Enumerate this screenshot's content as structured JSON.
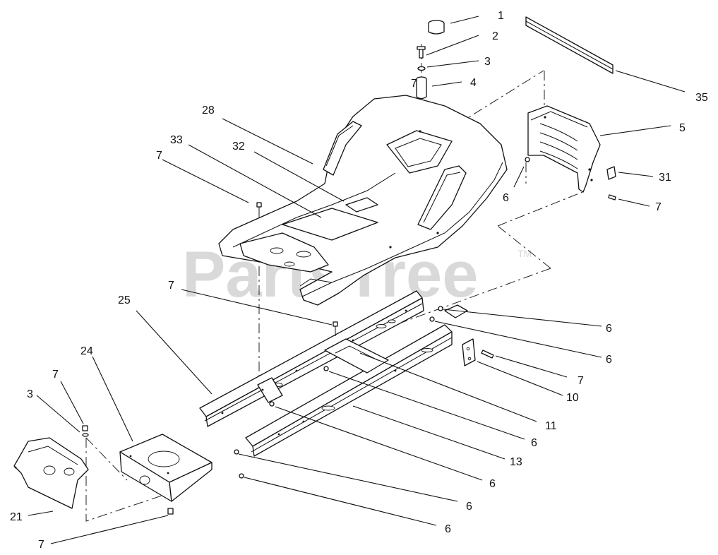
{
  "watermark": {
    "text": "PartsTree",
    "trademark": "TM"
  },
  "callouts": [
    {
      "id": "c1",
      "label": "1"
    },
    {
      "id": "c2",
      "label": "2"
    },
    {
      "id": "c3a",
      "label": "3"
    },
    {
      "id": "c4",
      "label": "4"
    },
    {
      "id": "c35",
      "label": "35"
    },
    {
      "id": "c5",
      "label": "5"
    },
    {
      "id": "c31",
      "label": "31"
    },
    {
      "id": "c6a",
      "label": "6"
    },
    {
      "id": "c7a",
      "label": "7"
    },
    {
      "id": "c28",
      "label": "28"
    },
    {
      "id": "c33",
      "label": "33"
    },
    {
      "id": "c32",
      "label": "32"
    },
    {
      "id": "c7b",
      "label": "7"
    },
    {
      "id": "c7c",
      "label": "7"
    },
    {
      "id": "c25",
      "label": "25"
    },
    {
      "id": "c6b",
      "label": "6"
    },
    {
      "id": "c6c",
      "label": "6"
    },
    {
      "id": "c7d",
      "label": "7"
    },
    {
      "id": "c10",
      "label": "10"
    },
    {
      "id": "c11",
      "label": "11"
    },
    {
      "id": "c6d",
      "label": "6"
    },
    {
      "id": "c13",
      "label": "13"
    },
    {
      "id": "c6e",
      "label": "6"
    },
    {
      "id": "c6f",
      "label": "6"
    },
    {
      "id": "c6g",
      "label": "6"
    },
    {
      "id": "c24",
      "label": "24"
    },
    {
      "id": "c7e",
      "label": "7"
    },
    {
      "id": "c3b",
      "label": "3"
    },
    {
      "id": "c21",
      "label": "21"
    },
    {
      "id": "c7f",
      "label": "7"
    },
    {
      "id": "c7g",
      "label": "7"
    }
  ]
}
